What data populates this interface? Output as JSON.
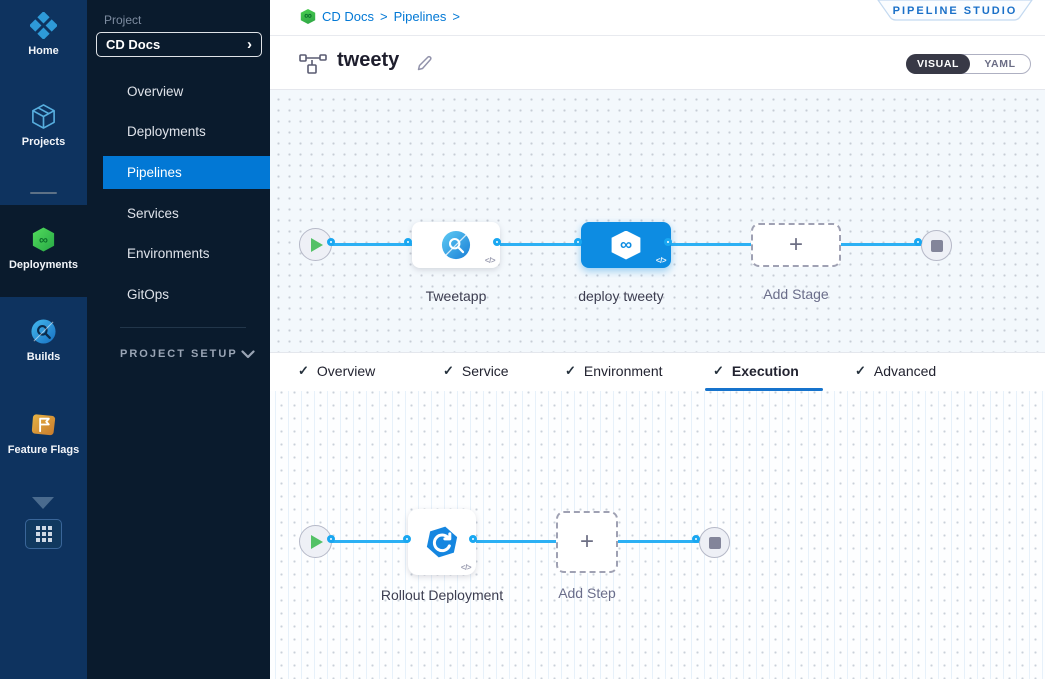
{
  "colors": {
    "primary_blue": "#0278d5",
    "selected_node_blue": "#0d8ce2",
    "flow_line_blue": "#2cb0f4",
    "success_green": "#53c166",
    "rail_bg": "#0e335f",
    "sidebar_bg": "#0a1b2d",
    "active_toggle_bg": "#383946"
  },
  "glyphs": {
    "check": "✓",
    "plus": "+",
    "code": "</>",
    "infinity": "∞",
    "chevron_right": "›",
    "breadcrumb_sep": ">"
  },
  "rail": {
    "items": [
      {
        "label": "Home"
      },
      {
        "label": "Projects"
      },
      {
        "label": "Deployments",
        "active": true
      },
      {
        "label": "Builds"
      },
      {
        "label": "Feature Flags"
      }
    ]
  },
  "sidebar": {
    "project_label": "Project",
    "project_name": "CD Docs",
    "menu": [
      {
        "label": "Overview"
      },
      {
        "label": "Deployments"
      },
      {
        "label": "Pipelines",
        "active": true
      },
      {
        "label": "Services"
      },
      {
        "label": "Environments"
      },
      {
        "label": "GitOps"
      }
    ],
    "project_setup_label": "PROJECT SETUP"
  },
  "header": {
    "breadcrumb": {
      "project": "CD Docs",
      "section": "Pipelines"
    },
    "studio_badge": "PIPELINE STUDIO",
    "title": "tweety",
    "toggle": {
      "visual": "VISUAL",
      "yaml": "YAML",
      "active": "VISUAL"
    }
  },
  "stage_canvas": {
    "stages": [
      {
        "name": "Tweetapp",
        "type": "build"
      },
      {
        "name": "deploy tweety",
        "type": "deploy",
        "selected": true
      },
      {
        "name": "Add Stage",
        "placeholder": true
      }
    ]
  },
  "tabs": {
    "items": [
      {
        "label": "Overview",
        "checked": true
      },
      {
        "label": "Service",
        "checked": true
      },
      {
        "label": "Environment",
        "checked": true
      },
      {
        "label": "Execution",
        "checked": true,
        "active": true
      },
      {
        "label": "Advanced",
        "checked": true
      }
    ]
  },
  "execution_canvas": {
    "steps": [
      {
        "name": "Rollout Deployment"
      },
      {
        "name": "Add Step",
        "placeholder": true
      }
    ]
  }
}
